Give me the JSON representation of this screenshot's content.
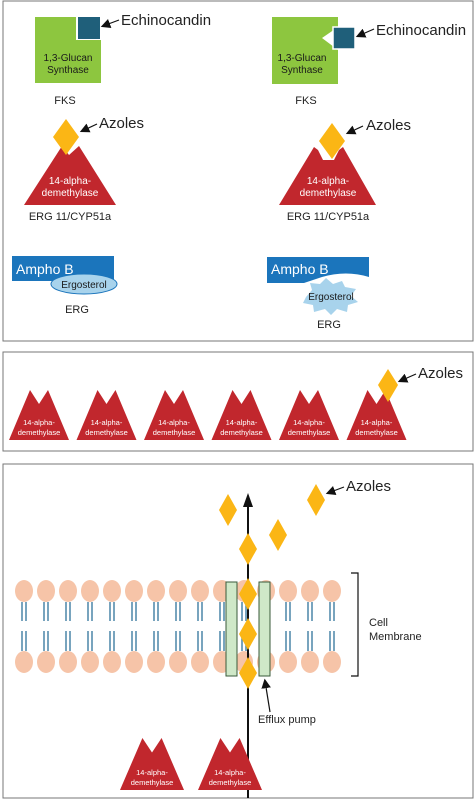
{
  "panel1": {
    "left": {
      "echinocandin_label": "Echinocandin",
      "glucan_line1": "1,3-Glucan",
      "glucan_line2": "Synthase",
      "fks_label": "FKS",
      "azoles_label": "Azoles",
      "enzyme_line1": "14-alpha-",
      "enzyme_line2": "demethylase",
      "erg11_label": "ERG 11/CYP51a",
      "ampho_label": "Ampho B",
      "ergosterol_label": "Ergosterol",
      "erg_label": "ERG"
    },
    "right": {
      "echinocandin_label": "Echinocandin",
      "glucan_line1": "1,3-Glucan",
      "glucan_line2": "Synthase",
      "fks_label": "FKS",
      "azoles_label": "Azoles",
      "enzyme_line1": "14-alpha-",
      "enzyme_line2": "demethylase",
      "erg11_label": "ERG 11/CYP51a",
      "ampho_label": "Ampho B",
      "ergosterol_label": "Ergosterol",
      "erg_label": "ERG"
    }
  },
  "panel2": {
    "azoles_label": "Azoles",
    "enzyme_line1": "14-alpha-",
    "enzyme_line2": "demethylase",
    "enzyme_count": 6
  },
  "panel3": {
    "azoles_label": "Azoles",
    "membrane_line1": "Cell",
    "membrane_line2": "Membrane",
    "efflux_label": "Efflux pump",
    "enzyme_line1": "14-alpha-",
    "enzyme_line2": "demethylase",
    "enzyme_count": 2
  },
  "colors": {
    "green": "#8dc63f",
    "teal": "#1f5f7a",
    "red": "#c1272d",
    "yellow": "#fbb615",
    "blue": "#1b75bc",
    "light_blue": "#a8d3ec",
    "lipid_head": "#f6c4a8",
    "tail": "#4a86a8",
    "pump": "#cfe8c8",
    "border": "#777777"
  }
}
